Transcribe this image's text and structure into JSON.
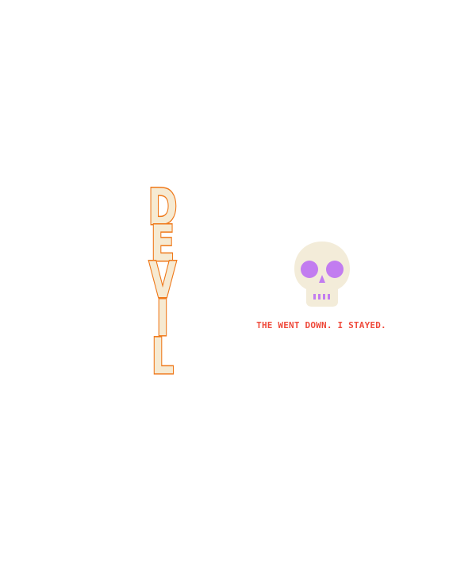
{
  "devil_text": {
    "letters": [
      "D",
      "E",
      "V",
      "I",
      "L"
    ]
  },
  "tagline": "THE WENT DOWN. I STAYED.",
  "icons": {
    "skull": "skull-icon"
  },
  "colors": {
    "letter_fill": "#f6ead2",
    "letter_outline": "#f07a1c",
    "skull_bone": "#f3ecd9",
    "skull_eyes": "#c27cf0",
    "tagline": "#ef4a3b",
    "background": "#ffffff"
  }
}
